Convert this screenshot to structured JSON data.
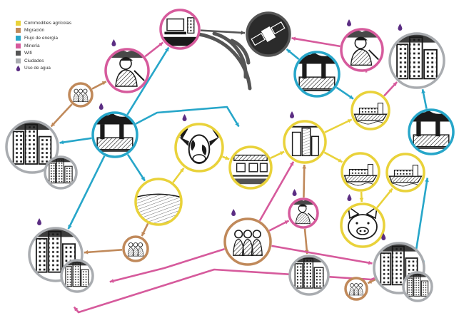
{
  "legend": {
    "items": [
      {
        "label": "Commodities agrícolas",
        "color": "#e9d23a",
        "kind": "swatch"
      },
      {
        "label": "Migración",
        "color": "#c0895a",
        "kind": "swatch"
      },
      {
        "label": "Flujo de energía",
        "color": "#27a6c9",
        "kind": "swatch"
      },
      {
        "label": "Minería",
        "color": "#d65a9c",
        "kind": "swatch"
      },
      {
        "label": "Wifi",
        "color": "#555555",
        "kind": "swatch"
      },
      {
        "label": "Ciudades",
        "color": "#a9acb0",
        "kind": "swatch"
      },
      {
        "label": "Uso de agua",
        "color": "#5b2d83",
        "kind": "drop"
      }
    ]
  },
  "node_types": {
    "agri": {
      "ring": "#e9d23a",
      "icon": "field-icon"
    },
    "migration": {
      "ring": "#c0895a",
      "icon": "people-icon"
    },
    "energy": {
      "ring": "#27a6c9",
      "icon": "factory-icon"
    },
    "mining": {
      "ring": "#d65a9c",
      "icon": "mine-icon"
    },
    "wifi": {
      "ring": "#555555",
      "icon": "satellite-icon"
    },
    "city": {
      "ring": "#a9acb0",
      "icon": "buildings-icon"
    }
  },
  "nodes": [
    {
      "name": "satellite",
      "type": "wifi",
      "icon": "satellite-icon"
    },
    {
      "name": "computer",
      "type": "mining",
      "icon": "computer-icon"
    },
    {
      "name": "mine-top-left",
      "type": "mining",
      "icon": "miner-icon",
      "water": true
    },
    {
      "name": "mine-top-right",
      "type": "mining",
      "icon": "miner-icon",
      "water": true
    },
    {
      "name": "power-plant-top",
      "type": "energy",
      "icon": "factory-icon"
    },
    {
      "name": "city-top-right",
      "type": "city",
      "icon": "buildings-icon",
      "water": true
    },
    {
      "name": "ship-top",
      "type": "agri",
      "icon": "ship-icon"
    },
    {
      "name": "migrants-left",
      "type": "migration",
      "icon": "people-icon"
    },
    {
      "name": "power-plant-center",
      "type": "energy",
      "icon": "factory-icon",
      "water": true
    },
    {
      "name": "city-left",
      "type": "city",
      "icon": "buildings-icon"
    },
    {
      "name": "cow",
      "type": "agri",
      "icon": "cow-icon",
      "water": true
    },
    {
      "name": "slaughterhouse",
      "type": "agri",
      "icon": "conveyor-icon"
    },
    {
      "name": "silo",
      "type": "agri",
      "icon": "silo-icon",
      "water": true
    },
    {
      "name": "crop-field",
      "type": "agri",
      "icon": "field-icon"
    },
    {
      "name": "ship-right-a",
      "type": "agri",
      "icon": "ship-icon"
    },
    {
      "name": "ship-right-b",
      "type": "agri",
      "icon": "ship-icon"
    },
    {
      "name": "power-plant-right",
      "type": "energy",
      "icon": "factory-icon"
    },
    {
      "name": "pig",
      "type": "agri",
      "icon": "pig-icon",
      "water": true
    },
    {
      "name": "migrants-center",
      "type": "migration",
      "icon": "people-icon",
      "water": true
    },
    {
      "name": "mine-bottom",
      "type": "mining",
      "icon": "miner-icon",
      "water": true
    },
    {
      "name": "city-bottom-left",
      "type": "city",
      "icon": "buildings-icon",
      "water": true
    },
    {
      "name": "migrants-bottom-left",
      "type": "migration",
      "icon": "people-icon"
    },
    {
      "name": "city-bottom-center",
      "type": "city",
      "icon": "buildings-icon"
    },
    {
      "name": "migrants-bottom-right",
      "type": "migration",
      "icon": "people-icon"
    },
    {
      "name": "city-bottom-right",
      "type": "city",
      "icon": "buildings-icon",
      "water": true
    },
    {
      "name": "city-left-small",
      "type": "city",
      "icon": "buildings-icon"
    },
    {
      "name": "city-bottom-left-small",
      "type": "city",
      "icon": "buildings-icon"
    },
    {
      "name": "city-bottom-right-small",
      "type": "city",
      "icon": "buildings-icon"
    }
  ],
  "flows": [
    {
      "from": "computer",
      "to": "satellite",
      "type": "wifi"
    },
    {
      "from": "mine-top-right",
      "to": "satellite",
      "type": "mining"
    },
    {
      "from": "power-plant-top",
      "to": "satellite",
      "type": "energy"
    },
    {
      "from": "mine-top-right",
      "to": "ship-top",
      "type": "mining"
    },
    {
      "from": "power-plant-top",
      "to": "ship-top",
      "type": "energy"
    },
    {
      "from": "ship-top",
      "to": "city-top-right",
      "type": "mining"
    },
    {
      "from": "mine-top-left",
      "to": "computer",
      "type": "mining"
    },
    {
      "from": "migrants-left",
      "to": "mine-top-left",
      "type": "migration"
    },
    {
      "from": "migrants-left",
      "to": "city-left",
      "type": "migration"
    },
    {
      "from": "power-plant-center",
      "to": "computer",
      "type": "energy"
    },
    {
      "from": "power-plant-center",
      "to": "city-left",
      "type": "energy"
    },
    {
      "from": "power-plant-center",
      "to": "slaughterhouse",
      "type": "energy"
    },
    {
      "from": "power-plant-center",
      "to": "crop-field",
      "type": "energy"
    },
    {
      "from": "power-plant-center",
      "to": "city-bottom-left",
      "type": "energy"
    },
    {
      "from": "crop-field",
      "to": "cow",
      "type": "agri"
    },
    {
      "from": "cow",
      "to": "slaughterhouse",
      "type": "agri"
    },
    {
      "from": "slaughterhouse",
      "to": "silo",
      "type": "agri"
    },
    {
      "from": "silo",
      "to": "ship-top",
      "type": "agri"
    },
    {
      "from": "silo",
      "to": "ship-right-a",
      "type": "agri"
    },
    {
      "from": "ship-right-a",
      "to": "pig",
      "type": "agri"
    },
    {
      "from": "pig",
      "to": "ship-right-b",
      "type": "agri"
    },
    {
      "from": "crop-field",
      "to": "migrants-bottom-left",
      "type": "migration"
    },
    {
      "from": "migrants-bottom-left",
      "to": "city-bottom-left",
      "type": "migration"
    },
    {
      "from": "migrants-center",
      "to": "silo",
      "type": "mining"
    },
    {
      "from": "mine-bottom",
      "to": "silo",
      "type": "migration"
    },
    {
      "from": "mine-bottom",
      "to": "city-bottom-center",
      "type": "migration"
    },
    {
      "from": "migrants-center",
      "to": "mine-bottom",
      "type": "mining"
    },
    {
      "from": "migrants-center",
      "to": "city-bottom-right",
      "type": "mining"
    },
    {
      "from": "migrants-center",
      "to": "city-bottom-left",
      "type": "mining"
    },
    {
      "from": "city-bottom-right",
      "to": "migrants-bottom-right",
      "type": "migration"
    },
    {
      "from": "city-bottom-right",
      "to": "power-plant-right",
      "type": "energy"
    },
    {
      "from": "power-plant-right",
      "to": "city-top-right",
      "type": "energy"
    },
    {
      "from": "city-bottom-right",
      "to": "city-bottom-left",
      "type": "mining"
    }
  ]
}
